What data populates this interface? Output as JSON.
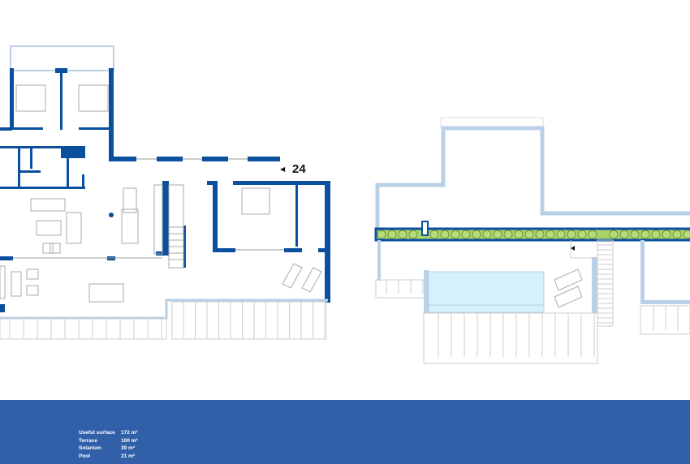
{
  "plan": {
    "unit_number": "24",
    "colors": {
      "wall": "#0b4f9f",
      "roof_outline": "#b9d0e7",
      "planter": "#a9d46a",
      "pool": "#d6f1fc",
      "footer": "#3160a9"
    },
    "icons": {
      "entrance": "arrow-left-triangle"
    }
  },
  "legend": [
    {
      "label": "Useful surface",
      "value": "172 m²"
    },
    {
      "label": "Terrace",
      "value": "100 m²"
    },
    {
      "label": "Solarium",
      "value": "39 m²"
    },
    {
      "label": "Pool",
      "value": "21 m²"
    }
  ]
}
